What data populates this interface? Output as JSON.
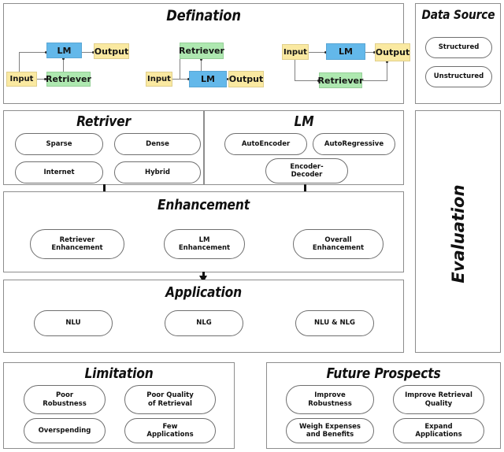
{
  "figure": {
    "sections": {
      "definition": {
        "title": "Defination",
        "diagrams": [
          {
            "name": "retrieve-then-read",
            "nodes": [
              {
                "id": "input",
                "label": "Input",
                "type": "io"
              },
              {
                "id": "retr",
                "label": "Retriever",
                "type": "retriever"
              },
              {
                "id": "lm",
                "label": "LM",
                "type": "lm"
              },
              {
                "id": "output",
                "label": "Output",
                "type": "io"
              }
            ],
            "edges": [
              {
                "from": "input",
                "to": "retr"
              },
              {
                "from": "input",
                "to": "lm"
              },
              {
                "from": "retr",
                "to": "lm"
              },
              {
                "from": "lm",
                "to": "output"
              }
            ]
          },
          {
            "name": "lm-calls-retriever",
            "nodes": [
              {
                "id": "input",
                "label": "Input",
                "type": "io"
              },
              {
                "id": "retr",
                "label": "Retriever",
                "type": "retriever"
              },
              {
                "id": "lm",
                "label": "LM",
                "type": "lm"
              },
              {
                "id": "output",
                "label": "Output",
                "type": "io"
              }
            ],
            "edges": [
              {
                "from": "input",
                "to": "lm"
              },
              {
                "from": "input",
                "to": "retr"
              },
              {
                "from": "retr",
                "to": "lm"
              },
              {
                "from": "lm",
                "to": "output"
              }
            ]
          },
          {
            "name": "post-hoc-retrieval",
            "nodes": [
              {
                "id": "input",
                "label": "Input",
                "type": "io"
              },
              {
                "id": "lm",
                "label": "LM",
                "type": "lm"
              },
              {
                "id": "output",
                "label": "Output",
                "type": "io"
              },
              {
                "id": "retr",
                "label": "Retriever",
                "type": "retriever"
              }
            ],
            "edges": [
              {
                "from": "input",
                "to": "lm"
              },
              {
                "from": "lm",
                "to": "output"
              },
              {
                "from": "input",
                "to": "retr"
              },
              {
                "from": "output",
                "to": "retr"
              }
            ]
          }
        ]
      },
      "data_source": {
        "title": "Data Source",
        "items": [
          {
            "label": "Structured"
          },
          {
            "label": "Unstructured"
          }
        ]
      },
      "retriever": {
        "title": "Retriver",
        "items": [
          {
            "label": "Sparse"
          },
          {
            "label": "Dense"
          },
          {
            "label": "Internet"
          },
          {
            "label": "Hybrid"
          }
        ]
      },
      "lm": {
        "title": "LM",
        "items": [
          {
            "label": "AutoEncoder"
          },
          {
            "label": "AutoRegressive"
          },
          {
            "label": "Encoder-\nDecoder"
          }
        ]
      },
      "enhancement": {
        "title": "Enhancement",
        "items": [
          {
            "label": "Retriever\nEnhancement"
          },
          {
            "label": "LM\nEnhancement"
          },
          {
            "label": "Overall\nEnhancement"
          }
        ]
      },
      "application": {
        "title": "Application",
        "items": [
          {
            "label": "NLU"
          },
          {
            "label": "NLG"
          },
          {
            "label": "NLU & NLG"
          }
        ]
      },
      "evaluation": {
        "title": "Evaluation"
      },
      "limitation": {
        "title": "Limitation",
        "items": [
          {
            "label": "Poor\nRobustness"
          },
          {
            "label": "Poor Quality\nof Retrieval"
          },
          {
            "label": "Overspending"
          },
          {
            "label": "Few\nApplications"
          }
        ]
      },
      "future_prospects": {
        "title": "Future Prospects",
        "items": [
          {
            "label": "Improve\nRobustness"
          },
          {
            "label": "Improve Retrieval\nQuality"
          },
          {
            "label": "Weigh Expenses\nand Benefits"
          },
          {
            "label": "Expand\nApplications"
          }
        ]
      }
    },
    "colors": {
      "lm_box": "#63b8ea",
      "retriever_box": "#aee8b0",
      "io_box": "#fae9a1",
      "panel_border": "#8d8d8d",
      "pill_border": "#6f6f6f",
      "arrow": "#111111",
      "background": "#ffffff"
    }
  }
}
